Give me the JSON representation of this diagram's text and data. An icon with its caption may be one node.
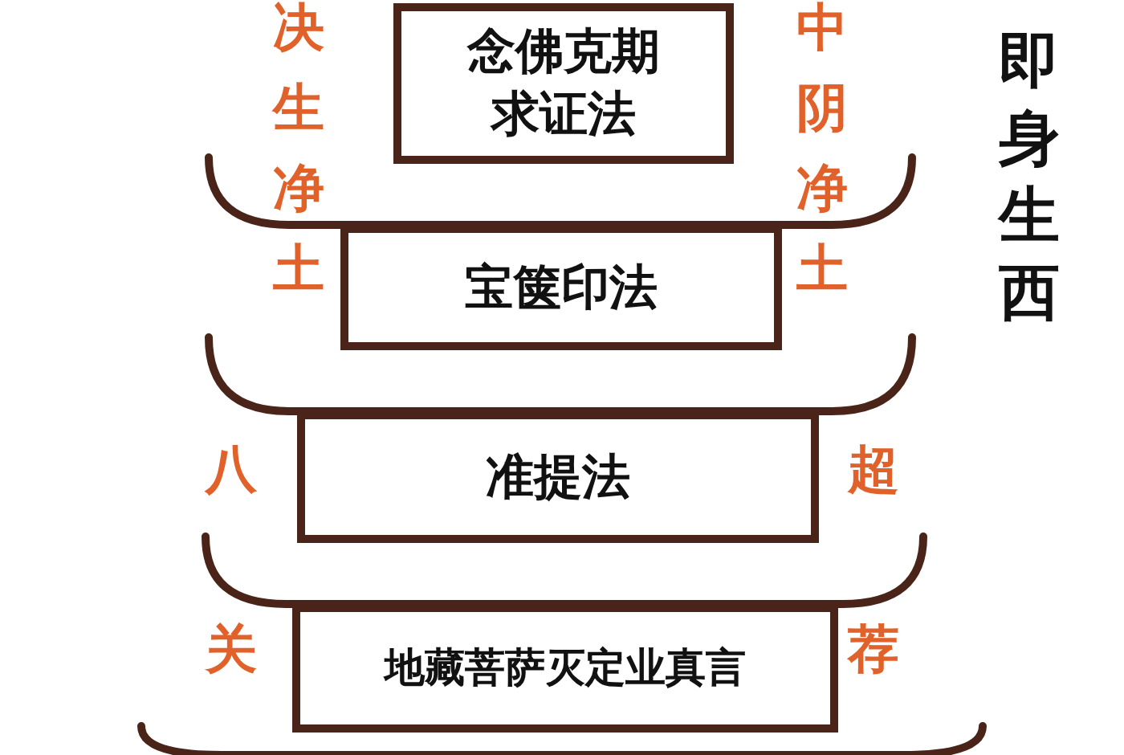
{
  "diagram": {
    "nodes": [
      {
        "text": [
          "念佛克期求证法"
        ]
      },
      {
        "text": [
          "宝箧印法"
        ]
      },
      {
        "text": [
          "准提法"
        ]
      },
      {
        "text": [
          "地藏菩萨灭定业真言"
        ]
      }
    ],
    "labels": [
      "决生净土",
      "中阴净土",
      "即身生西",
      "八关",
      "超荐"
    ]
  }
}
